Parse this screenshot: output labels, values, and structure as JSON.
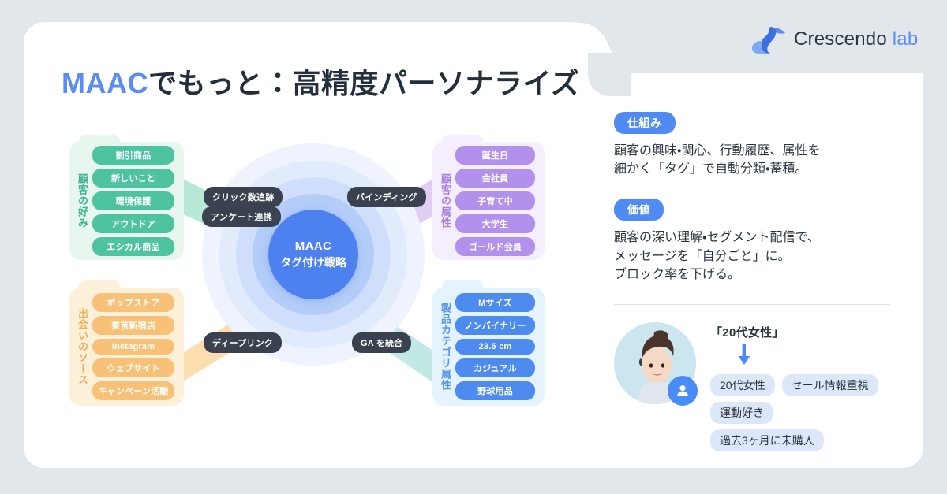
{
  "brand": {
    "logo_icon": "pelican-logo-icon",
    "name_primary": "Crescendo",
    "name_accent": "lab",
    "accent_color": "#5b8cf5"
  },
  "title": {
    "highlight": "MAAC",
    "rest": "でもっと：高精度パーソナライズ"
  },
  "diagram": {
    "center": {
      "line1": "MAAC",
      "line2": "タグ付け戦略"
    },
    "connector_pills": [
      {
        "label": "クリック数追跡",
        "position": "top-left"
      },
      {
        "label": "アンケート連携",
        "position": "left-upper"
      },
      {
        "label": "バインディング",
        "position": "top-right"
      },
      {
        "label": "ディープリンク",
        "position": "bottom-left"
      },
      {
        "label": "GA を統合",
        "position": "bottom-right"
      }
    ],
    "panels": [
      {
        "id": "preference",
        "label": "顧客の好み",
        "color": "#4ec3a0",
        "bg": "#e7f6ee",
        "tags": [
          "割引商品",
          "新しいこと",
          "環境保護",
          "アウトドア",
          "エシカル商品"
        ]
      },
      {
        "id": "source",
        "label": "出会いのソース",
        "color": "#f8c178",
        "bg": "#fdf0d9",
        "tags": [
          "ポップストア",
          "東京新宿店",
          "Instagram",
          "ウェブサイト",
          "キャンペーン活動"
        ]
      },
      {
        "id": "attribute",
        "label": "顧客の属性",
        "color": "#b291ec",
        "bg": "#f4eefd",
        "tags": [
          "誕生日",
          "会社員",
          "子育て中",
          "大学生",
          "ゴールド会員"
        ]
      },
      {
        "id": "product",
        "label": "製品カテゴリ属性",
        "color": "#4d8bef",
        "bg": "#e4f3fd",
        "tags": [
          "Mサイズ",
          "ノンバイナリー",
          "23.5 cm",
          "カジュアル",
          "野球用品"
        ]
      }
    ]
  },
  "right_column": {
    "sections": [
      {
        "badge": "仕組み",
        "lines": [
          "顧客の興味・関心、行動履歴、属性を",
          "細かく「タグ」で自動分類・蓄積。"
        ]
      },
      {
        "badge": "価値",
        "lines": [
          "顧客の深い理解・セグメント配信で、",
          "メッセージを「自分ごと」に。",
          "ブロック率を下げる。"
        ]
      }
    ],
    "persona": {
      "avatar_icon": "person-avatar-photo",
      "badge_icon": "user-badge-icon",
      "title": "「20代女性」",
      "arrow_icon": "arrow-down-icon",
      "tags": [
        "20代女性",
        "セール情報重視",
        "運動好き",
        "過去3ヶ月に未購入"
      ]
    }
  }
}
